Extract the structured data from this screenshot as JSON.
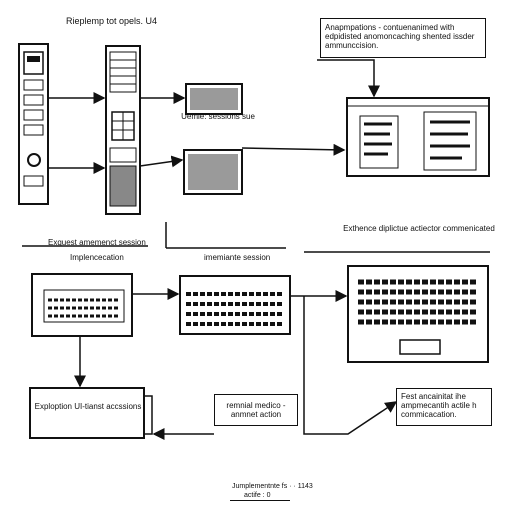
{
  "top_left_title": "Rieplemp tot opels. U4",
  "top_right_note": "Anapmpations - contuenanimed with edpidisted anomoncaching shented issder ammunccision.",
  "sessions_label": "Uemie: sessions sue",
  "left_caption": "Exquest amemenct session",
  "right_caption": "Exthence diplictue actiector commenicated",
  "implementation_label": "Implencecation",
  "middle_session_label": "imemiante session",
  "expiration_box": "Exploption UI-tianst accssions",
  "reminder_box": "remnial medico - anmnet action",
  "right_bottom_box": "Fest ancainitat ihe ampmecantih actile h commicacation.",
  "footer_line1": "Jumplementnte fs · · 1143",
  "footer_line2": "actife : 0",
  "colors": {
    "ink": "#111111",
    "screen_fill": "#9a9a9a",
    "paper": "#ffffff"
  }
}
